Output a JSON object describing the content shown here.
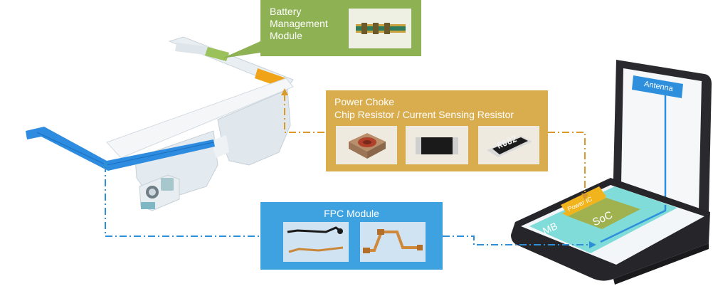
{
  "battery_box": {
    "line1": "Battery",
    "line2": "Management",
    "line3": "Module",
    "color": "#8db153"
  },
  "power_box": {
    "line1": "Power Choke",
    "line2": "Chip Resistor / Current Sensing Resistor",
    "resistor_marking": "R082",
    "color": "#d9ac4d"
  },
  "fpc_box": {
    "title": "FPC Module",
    "color": "#3fa2e0"
  },
  "phone": {
    "antenna_label": "Antenna",
    "mb_label": "MB",
    "power_ic_label": "Power IC",
    "soc_label": "SoC"
  },
  "colors": {
    "orange_line": "#d99a2b",
    "blue_line": "#2f8fd6",
    "green": "#8db153"
  }
}
